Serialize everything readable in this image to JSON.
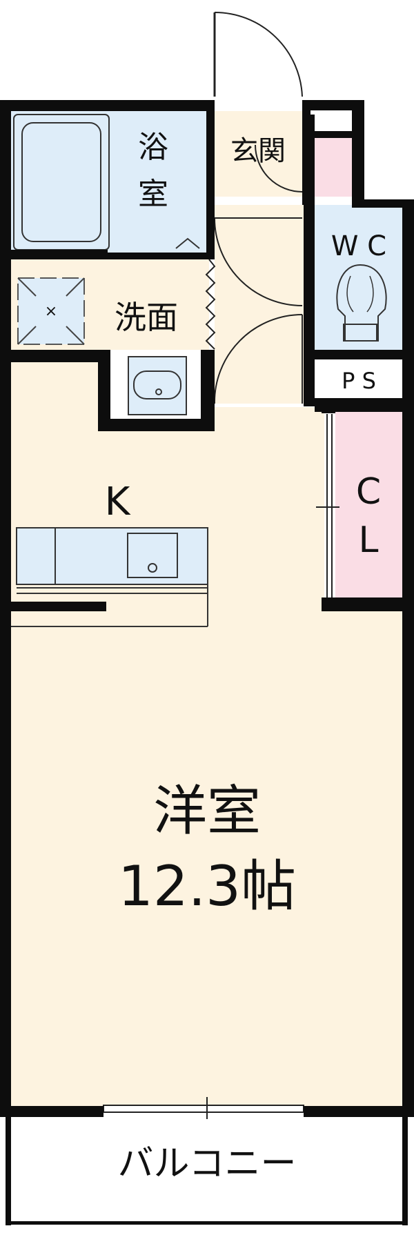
{
  "colors": {
    "wall": "#0d0d0d",
    "wet_area": "#deedf9",
    "living_area": "#fdf3e0",
    "storage_area": "#fadde5",
    "background": "#ffffff"
  },
  "rooms": {
    "bath_1": "浴",
    "bath_2": "室",
    "genkan": "玄関",
    "wc": "W C",
    "senmen": "洗面",
    "ps": "P S",
    "kitchen": "K",
    "closet_1": "C",
    "closet_2": "L",
    "western_room": "洋室",
    "western_room_size": "12.3帖",
    "balcony": "バルコニー"
  },
  "icons": {
    "bathtub": "bathtub-icon",
    "washing_machine": "washing-machine-pan-icon",
    "toilet": "toilet-icon",
    "sink": "washbasin-icon",
    "kitchen_sink": "kitchen-sink-icon"
  }
}
